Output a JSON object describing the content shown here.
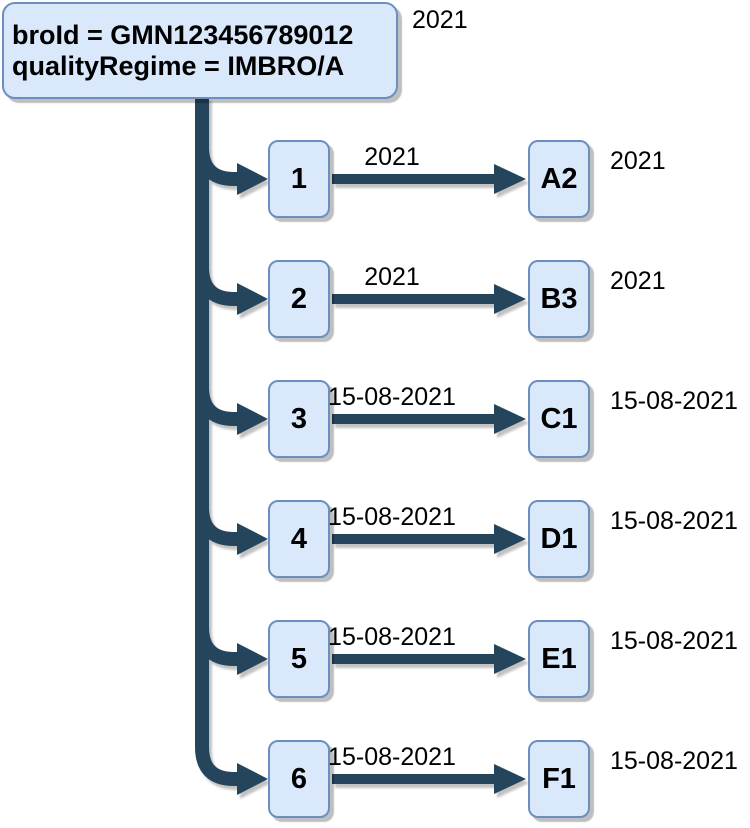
{
  "diagram": {
    "root": {
      "line1": "broId = GMN123456789012",
      "line2": "qualityRegime = IMBRO/A",
      "year_label": "2021"
    },
    "rows": [
      {
        "source": "1",
        "target": "A2",
        "edge_label": "2021",
        "target_label": "2021"
      },
      {
        "source": "2",
        "target": "B3",
        "edge_label": "2021",
        "target_label": "2021"
      },
      {
        "source": "3",
        "target": "C1",
        "edge_label": "15-08-2021",
        "target_label": "15-08-2021"
      },
      {
        "source": "4",
        "target": "D1",
        "edge_label": "15-08-2021",
        "target_label": "15-08-2021"
      },
      {
        "source": "5",
        "target": "E1",
        "edge_label": "15-08-2021",
        "target_label": "15-08-2021"
      },
      {
        "source": "6",
        "target": "F1",
        "edge_label": "15-08-2021",
        "target_label": "15-08-2021"
      }
    ],
    "colors": {
      "node_fill": "#dae8fc",
      "node_border": "#6c8ebf",
      "connector": "#24455c",
      "label_text": "#000000"
    }
  }
}
